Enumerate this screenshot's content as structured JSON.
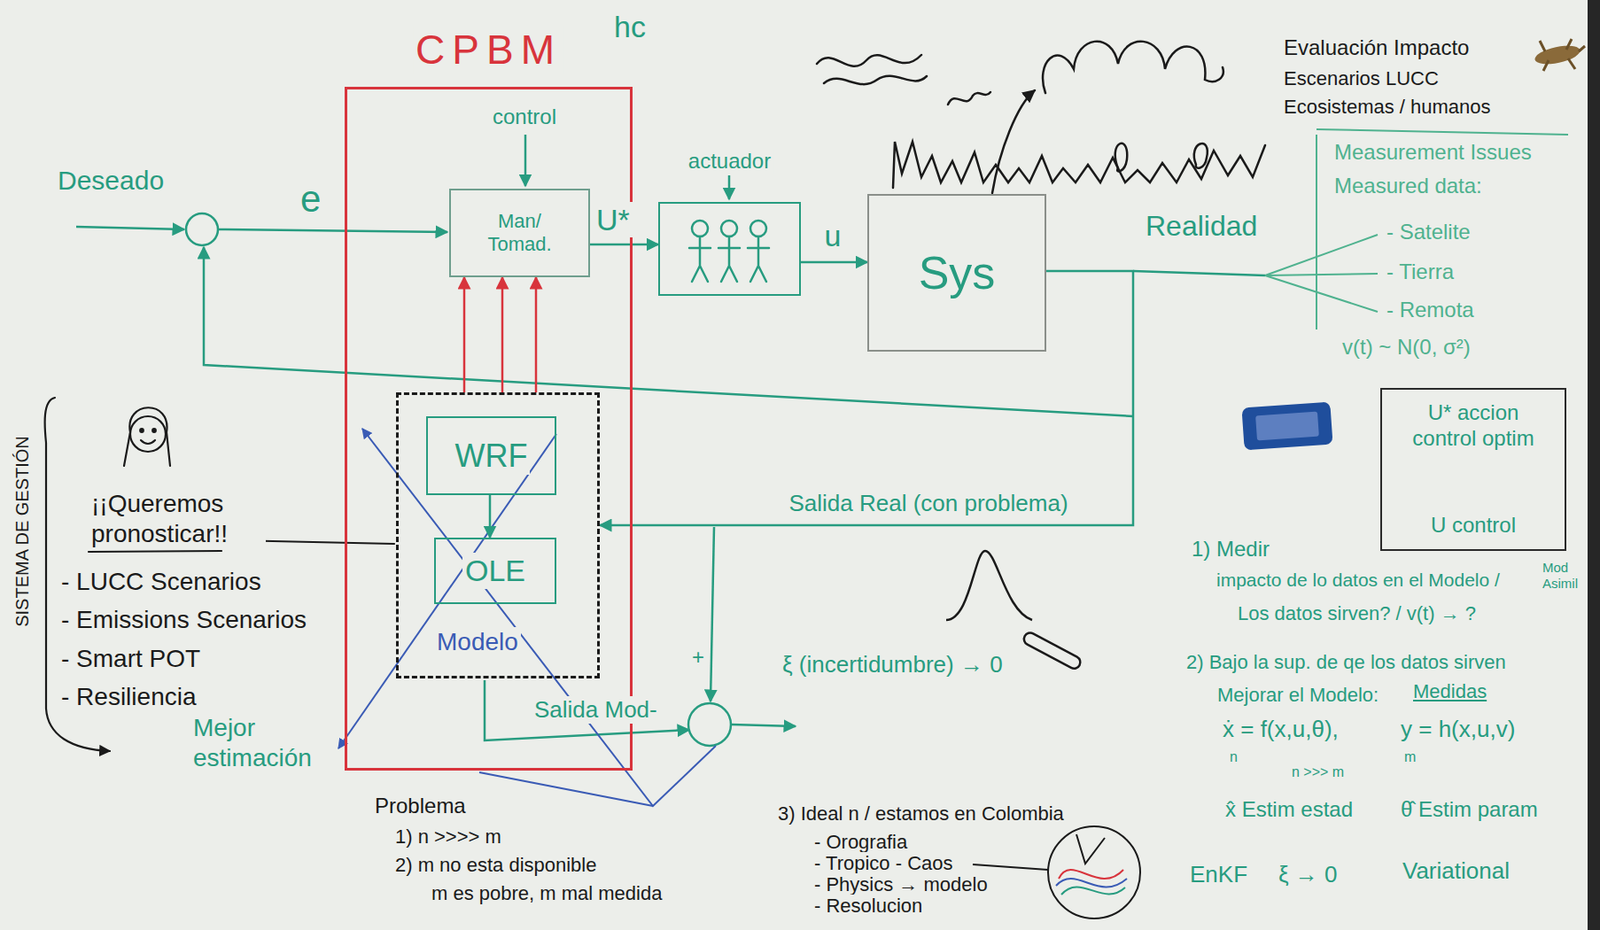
{
  "diagram": {
    "nodes": [
      {
        "text": [
          "CPBM"
        ]
      },
      {
        "text": [
          "Man/ Tomad."
        ],
        "in": 0
      },
      {
        "text": [
          "Modelo"
        ],
        "in": 0
      },
      {
        "text": [
          "WRF"
        ],
        "in": 2
      },
      {
        "text": [
          "OLE"
        ],
        "in": 2
      },
      {
        "text": [
          "actuador"
        ]
      },
      {
        "text": [
          "Sys"
        ]
      },
      {
        "text": [
          "U* accion control optim",
          "U control"
        ]
      }
    ],
    "edges": [
      {
        "from": 1,
        "to": 5,
        "label": "U*",
        "arrow": "to"
      },
      {
        "from": 5,
        "to": 6,
        "label": "u",
        "arrow": "to"
      },
      {
        "from": 3,
        "to": 4,
        "arrow": "to"
      },
      {
        "from": 2,
        "to": 1,
        "arrow": "to"
      },
      {
        "from": 2,
        "to": 1,
        "arrow": "to"
      },
      {
        "from": 2,
        "to": 1,
        "arrow": "to"
      },
      {
        "from": 6,
        "to": 2,
        "label": "Salida Real (con problema)",
        "arrow": "to"
      }
    ],
    "labels": [
      "hc",
      "control",
      "Deseado",
      "e",
      "Realidad",
      "Evaluación Impacto",
      "Escenarios LUCC",
      "Ecosistemas / humanos",
      "Measurement Issues",
      "Measured data:",
      "- Satelite",
      "- Tierra",
      "- Remota",
      "v(t) ~ N(0, σ²)",
      "SISTEMA DE GESTIÓN",
      "¡¡Queremos pronosticar!!",
      "- LUCC Scenarios",
      "- Emissions Scenarios",
      "- Smart POT",
      "- Resiliencia",
      "Mejor estimación",
      "Salida Mod-",
      "+",
      "ξ (incertidumbre) → 0",
      "1) Medir",
      "impacto de lo datos en el Modelo /",
      "Mod Asimil",
      "Los datos sirven? / v(t) → ?",
      "2) Bajo la sup. de qe los datos sirven",
      "Mejorar el Modelo:",
      "Medidas",
      "ẋ = f(x,u,θ),",
      "n",
      "y = h(x,u,v)",
      "m",
      "n >>> m",
      "x̂ Estim estad",
      "θ̂ Estim param",
      "EnKF",
      "ξ → 0",
      "Variational",
      "Problema",
      "1) n >>>> m",
      "2) m no esta disponible",
      "m es pobre, m mal medida",
      "3) Ideal n / estamos en Colombia",
      "- Orografia",
      "- Tropico - Caos",
      "- Physics → modelo",
      "- Resolucion"
    ]
  }
}
